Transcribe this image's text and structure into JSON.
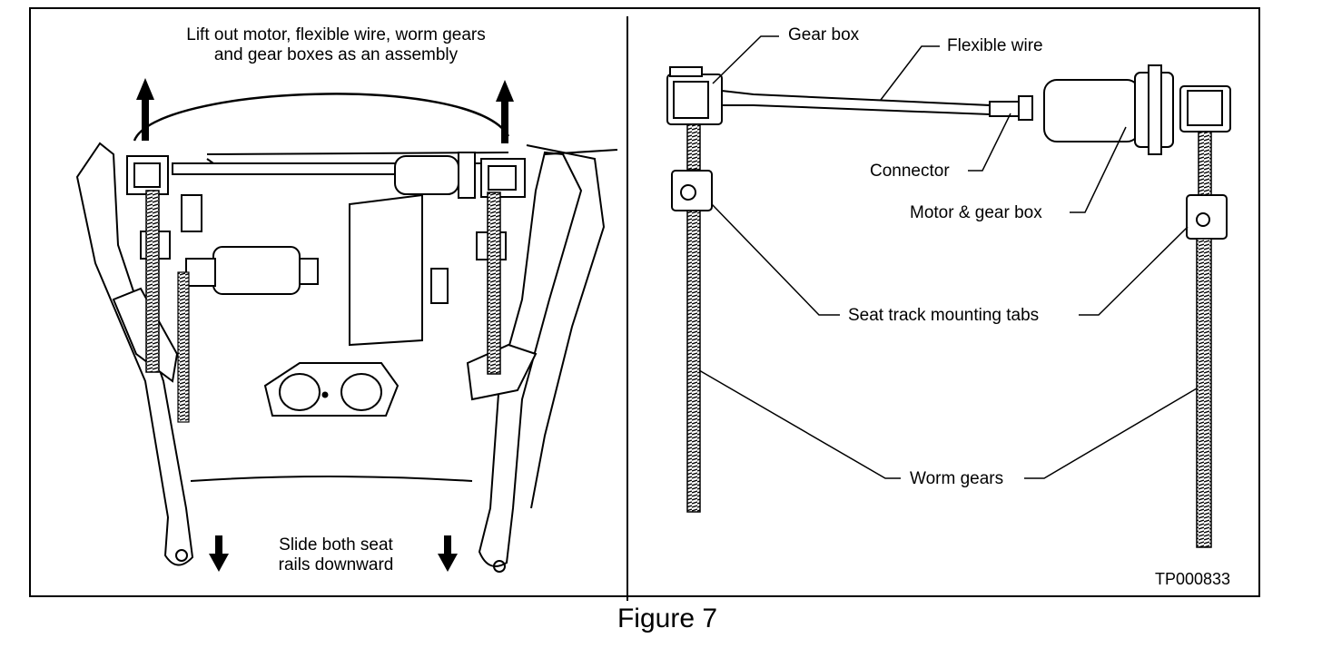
{
  "left_panel": {
    "lift_note_line1": "Lift out motor, flexible wire, worm gears",
    "lift_note_line2": "and gear boxes as an assembly",
    "slide_note_line1": "Slide both seat",
    "slide_note_line2": "rails downward"
  },
  "right_panel": {
    "gear_box": "Gear box",
    "flexible_wire": "Flexible wire",
    "connector": "Connector",
    "motor_gear_box": "Motor & gear box",
    "seat_track_tabs": "Seat track mounting tabs",
    "worm_gears": "Worm gears"
  },
  "figure_code": "TP000833",
  "caption": "Figure 7"
}
